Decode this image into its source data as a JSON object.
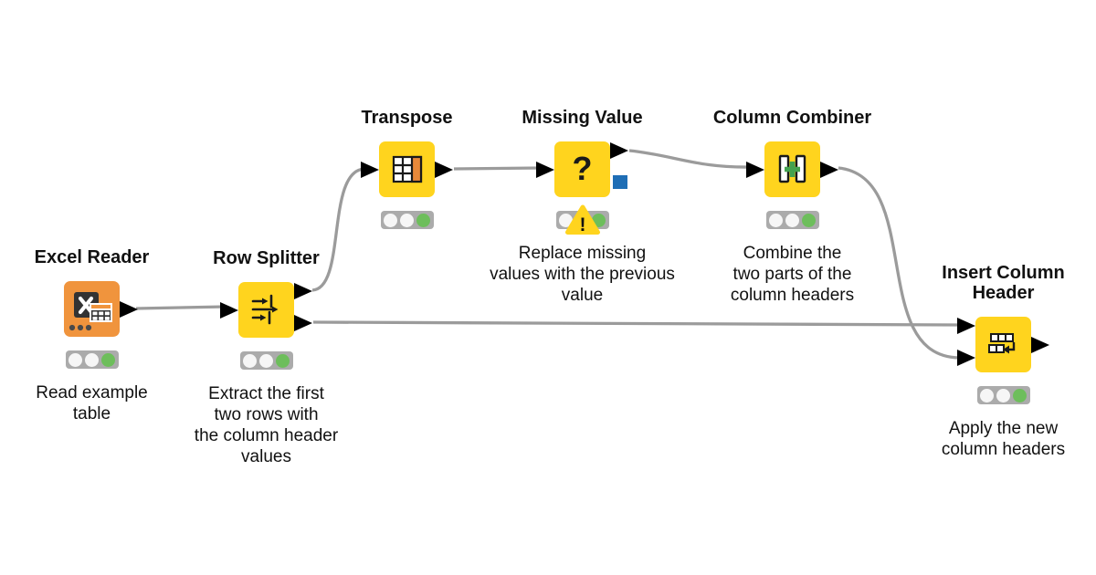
{
  "app": "KNIME workflow canvas",
  "palette": {
    "node_yellow": "#FFD41E",
    "node_orange": "#F0943D",
    "status_green": "#6DBE5B",
    "status_off": "#F6F6F6",
    "traffic_bar_gray": "#ABABAB",
    "port_blue": "#1F6EB5",
    "connection_gray": "#9B9B9B",
    "warning_yellow": "#FFD41E"
  },
  "nodes": [
    {
      "title": "Excel Reader",
      "description": "Read example\ntable",
      "lights": [
        "off",
        "off",
        "green"
      ]
    },
    {
      "title": "Row Splitter",
      "description": "Extract the first\ntwo rows with\nthe column header\nvalues",
      "lights": [
        "off",
        "off",
        "green"
      ]
    },
    {
      "title": "Transpose",
      "description": "",
      "lights": [
        "off",
        "off",
        "green"
      ]
    },
    {
      "title": "Missing Value",
      "description": "Replace missing\nvalues with the previous\nvalue",
      "lights": [
        "off",
        "off",
        "green"
      ],
      "warning_glyph": "!",
      "icon_glyph": "?"
    },
    {
      "title": "Column Combiner",
      "description": "Combine the\ntwo parts of the\ncolumn headers",
      "lights": [
        "off",
        "off",
        "green"
      ]
    },
    {
      "title": "Insert Column\nHeader",
      "description": "Apply the new\ncolumn headers",
      "lights": [
        "off",
        "off",
        "green"
      ]
    }
  ]
}
